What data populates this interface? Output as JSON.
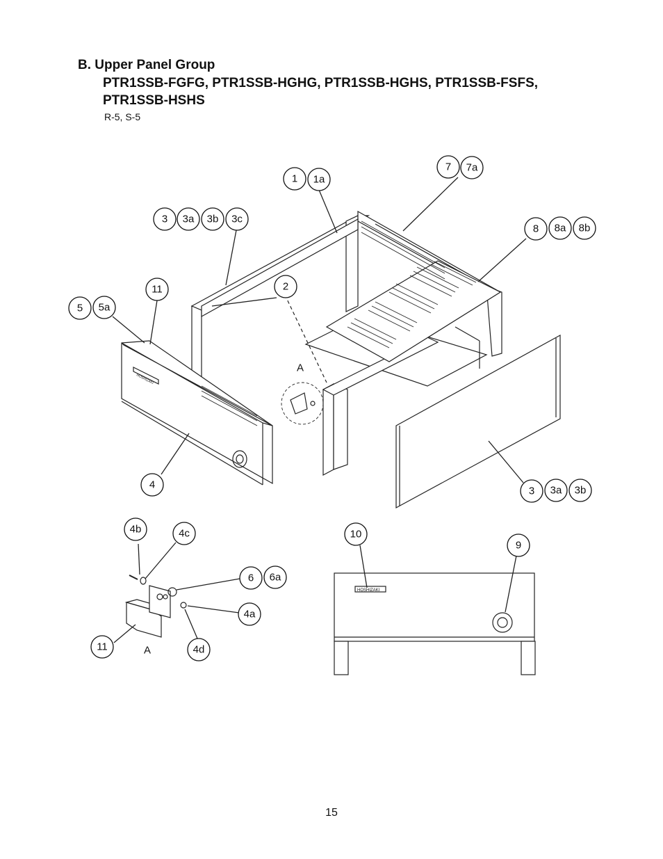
{
  "header": {
    "section": "B. Upper Panel Group",
    "models_line1": "PTR1SSB-FGFG, PTR1SSB-HGHG, PTR1SSB-HGHS, PTR1SSB-FSFS,",
    "models_line2": "PTR1SSB-HSHS",
    "revision": "R-5, S-5"
  },
  "callouts": {
    "c1": "1",
    "c1a": "1a",
    "c7": "7",
    "c7a": "7a",
    "c3top": "3",
    "c3atop": "3a",
    "c3btop": "3b",
    "c3ctop": "3c",
    "c8": "8",
    "c8a": "8a",
    "c8b": "8b",
    "c11top": "11",
    "c2": "2",
    "c5": "5",
    "c5a": "5a",
    "cA_main": "A",
    "c4": "4",
    "c3bot": "3",
    "c3abot": "3a",
    "c3bbot": "3b",
    "c4b": "4b",
    "c4c": "4c",
    "c6": "6",
    "c6a": "6a",
    "c4a": "4a",
    "c11bot": "11",
    "cA_detail": "A",
    "c4d": "4d",
    "c10": "10",
    "c9": "9"
  },
  "brand_label": "HOSHIZAKI",
  "page_number": "15"
}
